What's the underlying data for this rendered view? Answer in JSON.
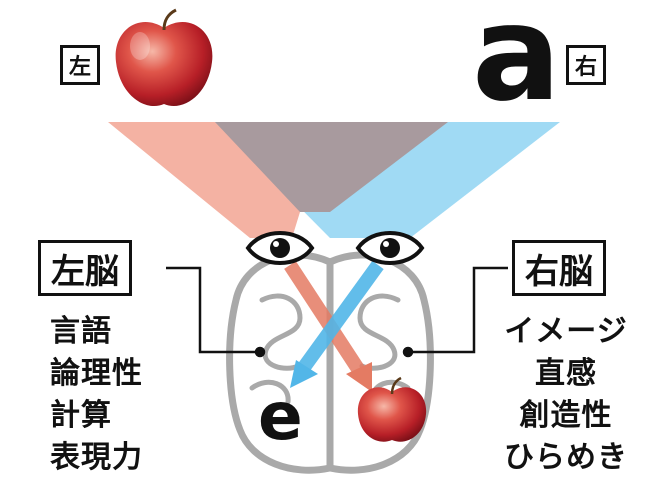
{
  "visual_field": {
    "left_tag": "左",
    "right_tag": "右",
    "right_letter": "a",
    "left_object_icon": "apple-icon"
  },
  "left_brain": {
    "label": "左脳",
    "functions": [
      "言語",
      "論理性",
      "計算",
      "表現力"
    ]
  },
  "right_brain": {
    "label": "右脳",
    "functions": [
      "イメージ",
      "直感",
      "創造性",
      "ひらめき"
    ]
  },
  "brain": {
    "left_hemisphere_letter": "e",
    "right_hemisphere_icon": "apple-icon"
  },
  "colors": {
    "left_field_beam": "#f2a593",
    "right_field_beam": "#8fd3f2",
    "overlap_beam": "#a89a9e",
    "brain_outline": "#a9a9a9",
    "ink": "#111111"
  }
}
